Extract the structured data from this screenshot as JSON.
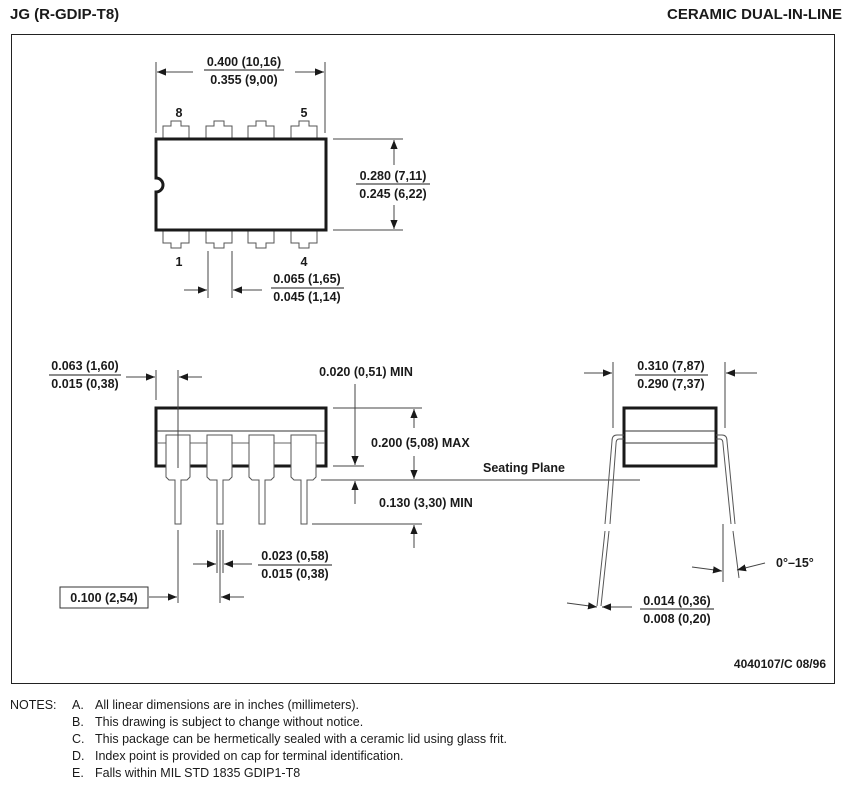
{
  "header": {
    "package_code": "JG (R-GDIP-T8)",
    "package_type": "CERAMIC DUAL-IN-LINE"
  },
  "top_view": {
    "pin_labels": {
      "top_left": "8",
      "top_right": "5",
      "bottom_left": "1",
      "bottom_right": "4"
    },
    "overall_length": {
      "max": "0.400 (10,16)",
      "min": "0.355 (9,00)"
    },
    "body_width": {
      "max": "0.280 (7,11)",
      "min": "0.245 (6,22)"
    },
    "lead_width_shoulder": {
      "max": "0.065 (1,65)",
      "min": "0.045 (1,14)"
    }
  },
  "side_view": {
    "end_lead_offset": {
      "max": "0.063 (1,60)",
      "min": "0.015 (0,38)"
    },
    "standoff": "0.020 (0,51) MIN",
    "body_height": "0.200 (5,08) MAX",
    "lead_length": "0.130 (3,30) MIN",
    "seating_plane": "Seating Plane",
    "lead_width": {
      "max": "0.023 (0,58)",
      "min": "0.015 (0,38)"
    },
    "pitch": "0.100 (2,54)"
  },
  "end_view": {
    "lead_span": {
      "max": "0.310 (7,87)",
      "min": "0.290 (7,37)"
    },
    "lead_angle": "0°–15°",
    "lead_thickness": {
      "max": "0.014 (0,36)",
      "min": "0.008 (0,20)"
    }
  },
  "drawing_ref": "4040107/C 08/96",
  "notes": {
    "label": "NOTES:",
    "items": [
      {
        "key": "A.",
        "text": "All linear dimensions are in inches (millimeters)."
      },
      {
        "key": "B.",
        "text": "This drawing is subject to change without notice."
      },
      {
        "key": "C.",
        "text": "This package can be hermetically sealed with a ceramic lid using glass frit."
      },
      {
        "key": "D.",
        "text": "Index point is provided on cap for terminal identification."
      },
      {
        "key": "E.",
        "text": "Falls within MIL STD 1835 GDIP1-T8"
      }
    ]
  }
}
